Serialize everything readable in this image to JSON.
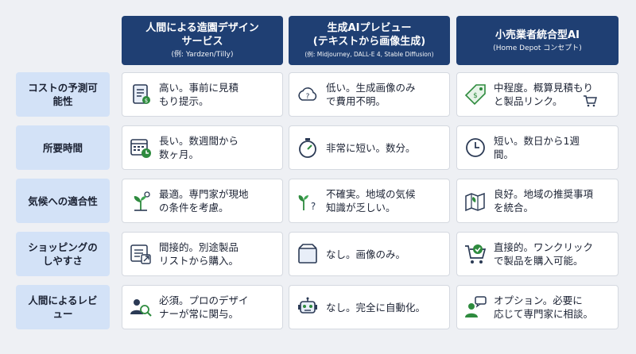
{
  "headers": [
    {
      "title": "人間による造園デザイン\nサービス",
      "sub": "(例: Yardzen/Tilly)"
    },
    {
      "title": "生成AIプレビュー\n(テキストから画像生成)",
      "sub": "(例: Midjourney, DALL-E 4, Stable Diffusion)"
    },
    {
      "title": "小売業者統合型AI",
      "sub": "(Home Depot コンセプト)"
    }
  ],
  "rows": [
    {
      "label": "コストの予測可\n能性",
      "cells": [
        "高い。事前に見積\nもり提示。",
        "低い。生成画像のみ\nで費用不明。",
        "中程度。概算見積もり\nと製品リンク。"
      ]
    },
    {
      "label": "所要時間",
      "cells": [
        "長い。数週間から\n数ヶ月。",
        "非常に短い。数分。",
        "短い。数日から1週\n間。"
      ]
    },
    {
      "label": "気候への適合性",
      "cells": [
        "最適。専門家が現地\nの条件を考慮。",
        "不確実。地域の気候\n知識が乏しい。",
        "良好。地域の推奨事項\nを統合。"
      ]
    },
    {
      "label": "ショッピングの\nしやすさ",
      "cells": [
        "間接的。別途製品\nリストから購入。",
        "なし。画像のみ。",
        "直接的。ワンクリック\nで製品を購入可能。"
      ]
    },
    {
      "label": "人間によるレビ\nュー",
      "cells": [
        "必須。プロのデザイ\nナーが常に関与。",
        "なし。完全に自動化。",
        "オプション。必要に\n応じて専門家に相談。"
      ]
    }
  ],
  "icons": {
    "r1": [
      "document-icon",
      "cloud-question-icon",
      "price-tag-icon"
    ],
    "r2": [
      "calendar-clock-icon",
      "stopwatch-icon",
      "clock-icon"
    ],
    "r3": [
      "plant-sun-icon",
      "plant-question-icon",
      "map-leaf-icon"
    ],
    "r4": [
      "list-link-icon",
      "box-icon",
      "cart-check-icon"
    ],
    "r5": [
      "person-search-icon",
      "robot-icon",
      "person-chat-icon"
    ]
  },
  "colors": {
    "header_bg": "#1f3f73",
    "label_bg": "#d3e2f7",
    "accent_green": "#2e8b3e",
    "icon_dark": "#2b3a55"
  }
}
